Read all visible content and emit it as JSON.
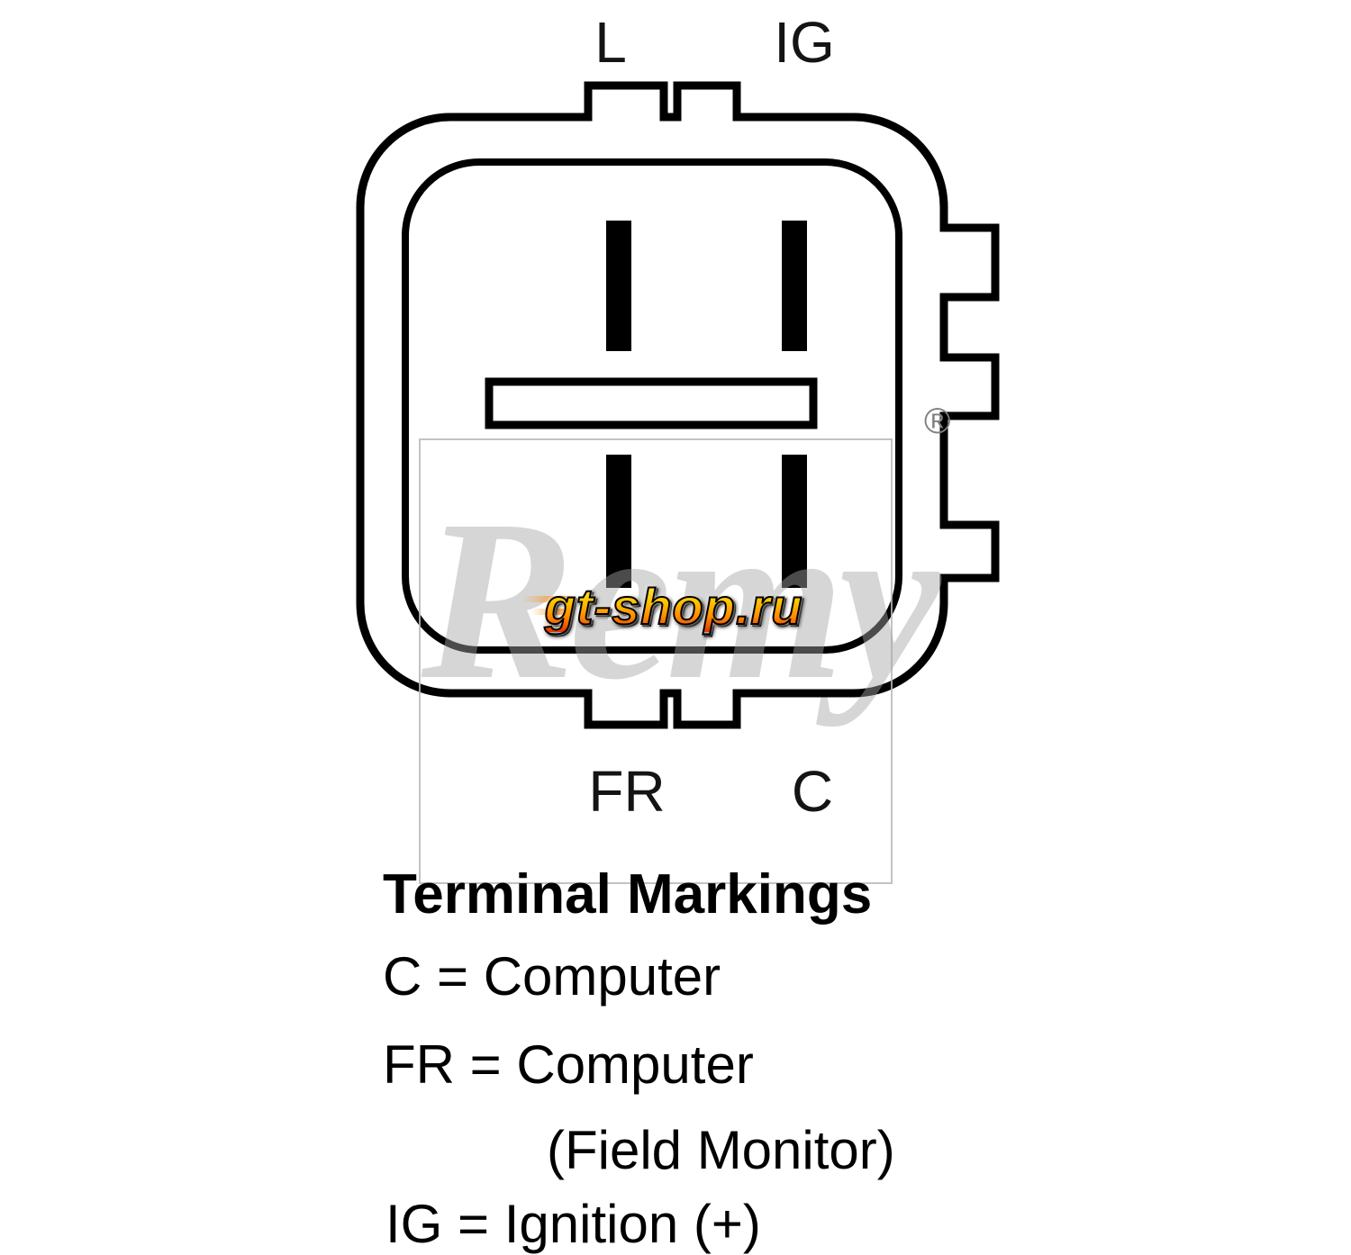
{
  "diagram": {
    "top_left_label": "L",
    "top_right_label": "IG",
    "bottom_left_label": "FR",
    "bottom_right_label": "C"
  },
  "watermark": {
    "brand": "Remy",
    "registered": "®",
    "shop": "gt-shop.ru",
    "gray_color": "#a6a6a6",
    "orange_color": "#ff8a00"
  },
  "legend": {
    "title": "Terminal Markings",
    "lines": [
      "C = Computer",
      "FR = Computer",
      "(Field Monitor)",
      "IG = Ignition (+)"
    ]
  }
}
